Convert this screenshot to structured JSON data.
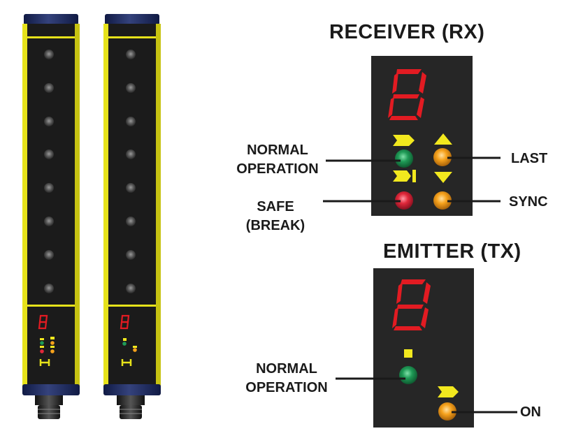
{
  "titles": {
    "receiver": "RECEIVER  (RX)",
    "emitter": "EMITTER (TX)"
  },
  "receiver_labels": {
    "normal_line1": "NORMAL",
    "normal_line2": "OPERATION",
    "safe_line1": "SAFE",
    "safe_line2": "(BREAK)",
    "last": "LAST",
    "sync": "SYNC"
  },
  "emitter_labels": {
    "normal_line1": "NORMAL",
    "normal_line2": "OPERATION",
    "on": "ON"
  },
  "colors": {
    "housing_dark": "#1b1b1b",
    "housing_yellow": "#e6e21a",
    "end_cap": "#1e2a60",
    "panel_bg": "#262626",
    "seven_segment_red": "#e21b22",
    "led_green": "#1f9a56",
    "led_red": "#e0283a",
    "led_amber": "#f6a21c",
    "arrow_yellow": "#f2e81e"
  }
}
